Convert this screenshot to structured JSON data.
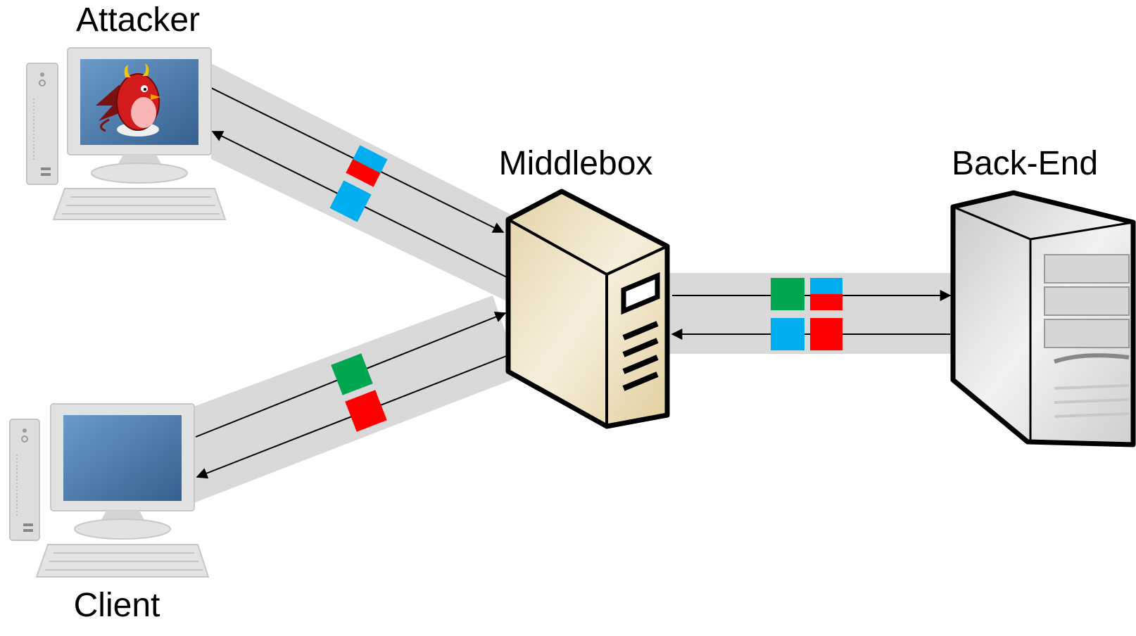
{
  "labels": {
    "attacker": "Attacker",
    "middlebox": "Middlebox",
    "backend": "Back-End",
    "client": "Client"
  },
  "colors": {
    "band": "#d9d9d9",
    "arrow": "#000000",
    "packet_red": "#ff0000",
    "packet_blue": "#00aeef",
    "packet_green": "#00a650",
    "middlebox_body": "#efe4c8",
    "backend_body": "#e6e6e6",
    "monitor": "#e0e0e0",
    "screen": "#4a78a8"
  },
  "packets": {
    "attacker_link": [
      "blue-over-red",
      "blue"
    ],
    "client_link": [
      "green",
      "red"
    ],
    "backend_link_forward": [
      "green",
      "blue-over-red"
    ],
    "backend_link_return": [
      "blue",
      "red"
    ]
  },
  "icons": {
    "attacker_mascot": "devil-bird-icon",
    "middlebox": "server-tower-icon",
    "backend": "server-tower-icon",
    "computer": "desktop-computer-icon"
  }
}
